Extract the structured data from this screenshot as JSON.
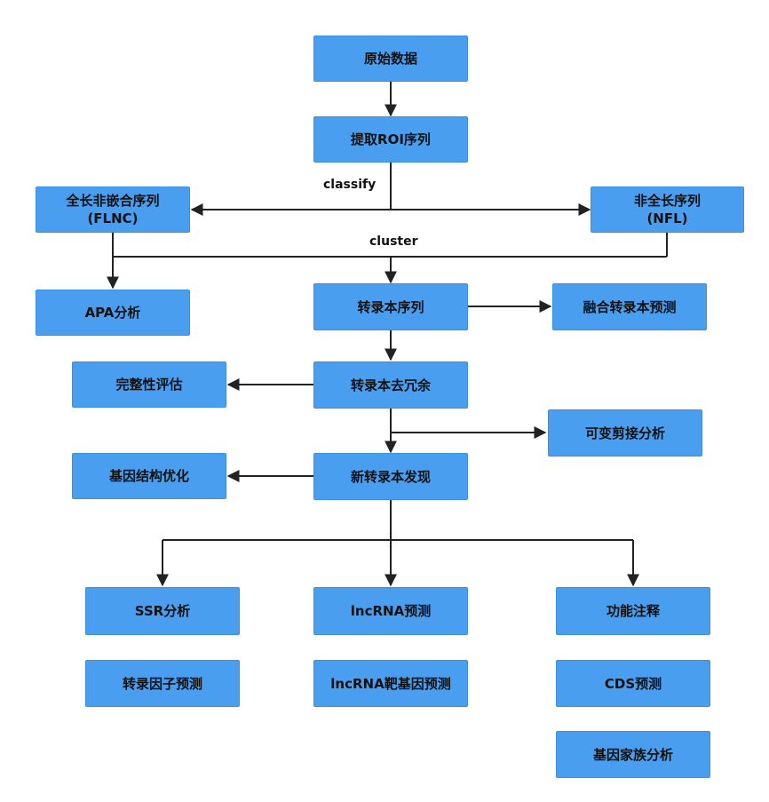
{
  "nodes": {
    "raw_data": "原始数据",
    "extract_roi": "提取ROI序列",
    "flnc": "全长非嵌合序列\n(FLNC)",
    "nfl": "非全长序列\n(NFL)",
    "apa": "APA分析",
    "transcript_seq": "转录本序列",
    "fusion": "融合转录本预测",
    "completeness": "完整性评估",
    "dedup": "转录本去冗余",
    "alt_splicing": "可变剪接分析",
    "gene_structure": "基因结构优化",
    "novel_transcript": "新转录本发现",
    "ssr": "SSR分析",
    "lncrna": "lncRNA预测",
    "function": "功能注释",
    "tf": "转录因子预测",
    "lncrna_target": "lncRNA靶基因预测",
    "cds": "CDS预测",
    "gene_family": "基因家族分析"
  },
  "edge_labels": {
    "classify": "classify",
    "cluster": "cluster"
  },
  "colors": {
    "node_fill": "#4a9ef0",
    "edge": "#222222"
  }
}
